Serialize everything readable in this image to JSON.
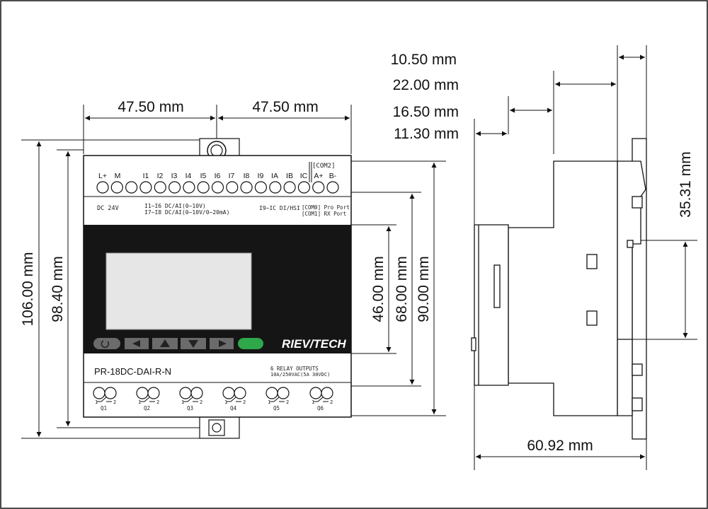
{
  "dimensions": {
    "top_left_width": "47.50 mm",
    "top_right_width": "47.50 mm",
    "side_10_50": "10.50 mm",
    "side_22_00": "22.00 mm",
    "side_16_50": "16.50 mm",
    "side_11_30": "11.30 mm",
    "height_106": "106.00 mm",
    "height_98_40": "98.40 mm",
    "height_46": "46.00 mm",
    "height_68": "68.00 mm",
    "height_90": "90.00 mm",
    "side_35_31": "35.31 mm",
    "depth_60_92": "60.92 mm"
  },
  "device": {
    "model": "PR-18DC-DAI-R-N",
    "brand": "RIEV/TECH",
    "power": "DC   24V",
    "input_note_1": "I1~I6 DC/AI(0~10V)",
    "input_note_2": "I7~I8 DC/AI(0~10V/0~20mA)",
    "input_note_3": "I9~IC DI/HSI",
    "com_note_1": "[COM0] Pro Port",
    "com_note_2": "[COM1] RX  Port",
    "com2": "[COM2]",
    "relay_note_1": "6 RELAY OUTPUTS",
    "relay_note_2": "10A/250VAC(5A 30VDC)",
    "top_terminals": [
      "L+",
      "M",
      "",
      "I1",
      "I2",
      "I3",
      "I4",
      "I5",
      "I6",
      "I7",
      "I8",
      "I9",
      "IA",
      "IB",
      "IC",
      "A+",
      "B-"
    ],
    "outputs": [
      {
        "label": "Q1",
        "left": "1",
        "right": "2"
      },
      {
        "label": "Q2",
        "left": "1",
        "right": "2"
      },
      {
        "label": "Q3",
        "left": "1",
        "right": "2"
      },
      {
        "label": "Q4",
        "left": "1",
        "right": "2"
      },
      {
        "label": "Q5",
        "left": "1",
        "right": "2"
      },
      {
        "label": "Q6",
        "left": "1",
        "right": "2"
      }
    ],
    "keys": [
      "esc-key",
      "left-key",
      "up-key",
      "down-key",
      "right-key",
      "ok-key"
    ]
  },
  "colors": {
    "line": "#111111",
    "panel": "#151515",
    "lcd": "#e6e6e6",
    "ok_key": "#2ea84a",
    "key": "#6b6b6b"
  }
}
